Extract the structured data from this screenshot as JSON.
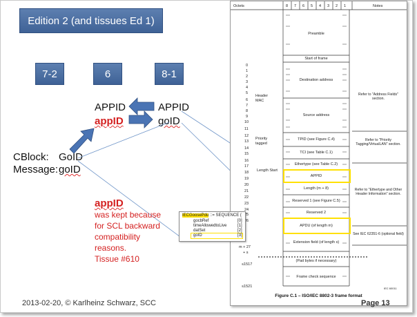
{
  "edition_label": "Edition 2 (and tissues Ed 1)",
  "layers": {
    "left": "7-2",
    "middle": "6",
    "right": "8-1"
  },
  "appid_mid": "APPID",
  "appid_right": "APPID",
  "appid_lower": "appID",
  "goid_right": "goID",
  "cblock_label": "CBlock:",
  "cblock_value": "GoID",
  "message_label": "Message:",
  "message_value": "goID",
  "note": {
    "heading": "appID",
    "lines": [
      "was kept because",
      "for SCL backward",
      "compatibility",
      "reasons.",
      "Tissue #610"
    ]
  },
  "footer": "2013-02-20, © Karlheinz Schwarz, SCC",
  "page_number": "Page 13",
  "frame": {
    "octets_header": "Octets",
    "bits": [
      "8",
      "7",
      "6",
      "5",
      "4",
      "3",
      "2",
      "1"
    ],
    "notes_header": "Notes",
    "rows": [
      "Preamble",
      "Start of frame",
      "Destination address",
      "Source address",
      "TPID (see Figure C.4)",
      "TCI (see Table C.1)",
      "Ethertype (see Table C.2)",
      "APPID",
      "Length (m + 8)",
      "Reserved 1 (see Figure C.5)",
      "Reserved 2",
      "APDU (of length m)",
      "Extension field (of length s)",
      "(Pad bytes if necessary)",
      "Frame check sequence"
    ],
    "octet_numbers": [
      "0",
      "1",
      "2",
      "3",
      "4",
      "5",
      "6",
      "7",
      "8",
      "9",
      "10",
      "11",
      "12",
      "13",
      "14",
      "15",
      "16",
      "17",
      "18",
      "19",
      "20",
      "21",
      "22",
      "23",
      "24",
      "25",
      "26"
    ],
    "octet_extra": [
      "m + 27",
      "+ s",
      "≤1517",
      "≤1521"
    ],
    "side_labels": {
      "header": "Header",
      "mac": "MAC",
      "priority": "Priority",
      "tagged": "tagged",
      "length_start": "Length Start"
    },
    "notes": [
      "Refer to \"Address Fields\" section.",
      "Refer to \"Priority Tagging/VirtualLAN\" section.",
      "Refer to \"Ethertype and Other Header Information\" section.",
      "See IEC 62351-6 (optional field)"
    ],
    "code": "IEC 60011",
    "caption": "Figure C.1 – ISO/IEC 8802-3 frame format"
  },
  "goose_pdu": {
    "head": "IECGoosePdu",
    "head_rest": " ::= SEQUENCE {",
    "fields": [
      {
        "name": "gocbRef",
        "num": "[0]"
      },
      {
        "name": "timeAllowedtoLive",
        "num": "[1]"
      },
      {
        "name": "datSet",
        "num": "[2]"
      },
      {
        "name": "goID",
        "num": "[3]"
      }
    ]
  },
  "colors": {
    "box_blue": "#4a6fa5",
    "arrow_blue": "#4a74b4",
    "red": "#d42020",
    "highlight": "#ffe000"
  }
}
